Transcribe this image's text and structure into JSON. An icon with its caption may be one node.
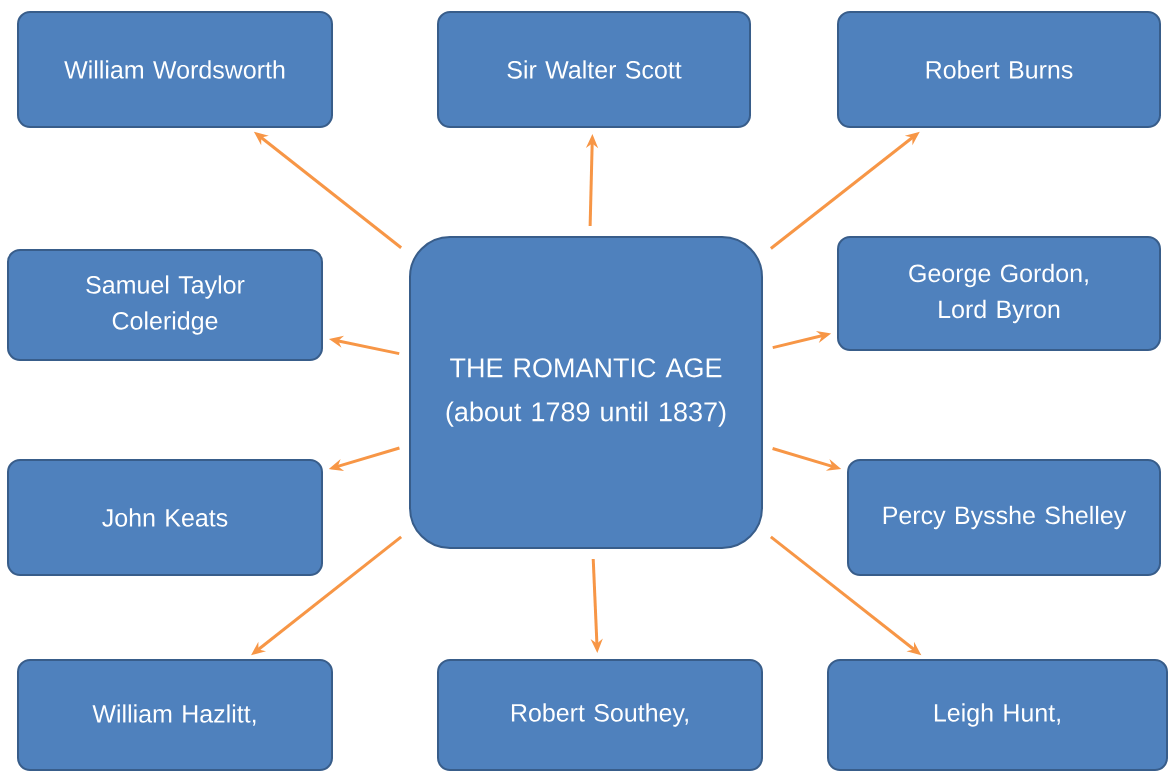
{
  "diagram": {
    "nodes": [
      {
        "text": [
          "THE ROMANTIC AGE (about 1789 until 1837)"
        ]
      },
      {
        "text": [
          "William Wordsworth"
        ]
      },
      {
        "text": [
          "Sir Walter Scott"
        ]
      },
      {
        "text": [
          "Robert Burns"
        ]
      },
      {
        "text": [
          "Samuel Taylor Coleridge"
        ]
      },
      {
        "text": [
          "George Gordon, Lord Byron"
        ]
      },
      {
        "text": [
          "John Keats"
        ]
      },
      {
        "text": [
          "Percy Bysshe Shelley"
        ]
      },
      {
        "text": [
          "William Hazlitt,"
        ]
      },
      {
        "text": [
          "Robert Southey,"
        ]
      },
      {
        "text": [
          "Leigh Hunt,"
        ]
      }
    ],
    "edges": [
      {
        "from": 0,
        "to": 1,
        "arrow": "to"
      },
      {
        "from": 0,
        "to": 2,
        "arrow": "to"
      },
      {
        "from": 0,
        "to": 3,
        "arrow": "to"
      },
      {
        "from": 0,
        "to": 4,
        "arrow": "to"
      },
      {
        "from": 0,
        "to": 5,
        "arrow": "to"
      },
      {
        "from": 0,
        "to": 6,
        "arrow": "to"
      },
      {
        "from": 0,
        "to": 7,
        "arrow": "to"
      },
      {
        "from": 0,
        "to": 8,
        "arrow": "to"
      },
      {
        "from": 0,
        "to": 9,
        "arrow": "to"
      },
      {
        "from": 0,
        "to": 10,
        "arrow": "to"
      }
    ]
  }
}
